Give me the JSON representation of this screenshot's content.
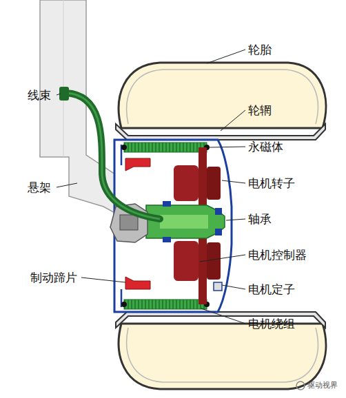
{
  "diagram": {
    "labels": [
      "轮胎",
      "轮辋",
      "永磁体",
      "电机转子",
      "轴承",
      "电机控制器",
      "电机定子",
      "电机绕组",
      "线束",
      "悬架",
      "制动蹄片",
      "驱动视界"
    ]
  }
}
